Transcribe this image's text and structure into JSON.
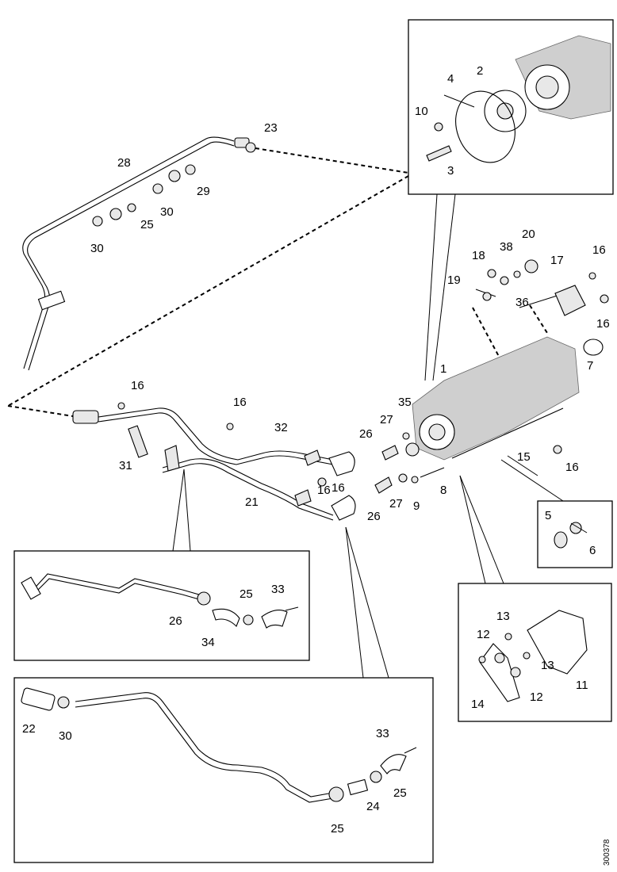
{
  "doc_number": "300378",
  "labels": {
    "box_top": [
      "10",
      "4",
      "2",
      "3"
    ],
    "upper_pipe": [
      "23",
      "28",
      "29",
      "30",
      "25",
      "30"
    ],
    "pump_area": [
      "18",
      "38",
      "20",
      "17",
      "16",
      "19",
      "36",
      "16",
      "1",
      "7",
      "35",
      "27",
      "26",
      "16",
      "15",
      "16",
      "27",
      "26",
      "9",
      "8"
    ],
    "main_pipe": [
      "16",
      "16",
      "32",
      "31",
      "21",
      "16"
    ],
    "box_right": [
      "5",
      "6"
    ],
    "box_left": [
      "26",
      "25",
      "33",
      "34"
    ],
    "box_bracket": [
      "13",
      "12",
      "13",
      "12",
      "11",
      "14"
    ],
    "box_bottom": [
      "22",
      "30",
      "33",
      "24",
      "25",
      "25"
    ]
  }
}
